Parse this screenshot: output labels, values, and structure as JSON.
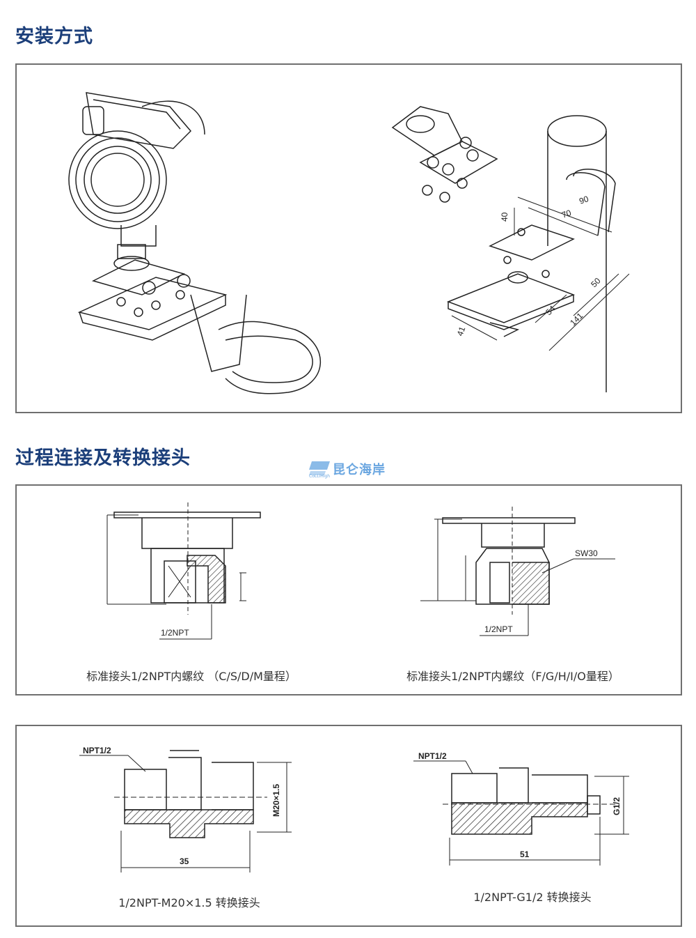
{
  "sections": {
    "mounting_title": "安装方式",
    "process_title": "过程连接及转换接头"
  },
  "logo": {
    "text": "昆仑海岸",
    "sub": "CoLLiHigh"
  },
  "mounting": {
    "dims": [
      "90",
      "70",
      "40",
      "50",
      "54",
      "141",
      "41"
    ]
  },
  "standard": {
    "left_thread": "1/2NPT",
    "left_caption": "标准接头1/2NPT内螺纹 （C/S/D/M量程）",
    "right_thread": "1/2NPT",
    "right_sw": "SW30",
    "right_caption": "标准接头1/2NPT内螺纹（F/G/H/I/O量程）"
  },
  "adapters": {
    "left_thread": "NPT1/2",
    "left_side": "M20×1.5",
    "left_len": "35",
    "left_caption": "1/2NPT-M20×1.5 转换接头",
    "right_thread": "NPT1/2",
    "right_side": "G1/2",
    "right_len": "51",
    "right_caption": "1/2NPT-G1/2 转换接头"
  }
}
